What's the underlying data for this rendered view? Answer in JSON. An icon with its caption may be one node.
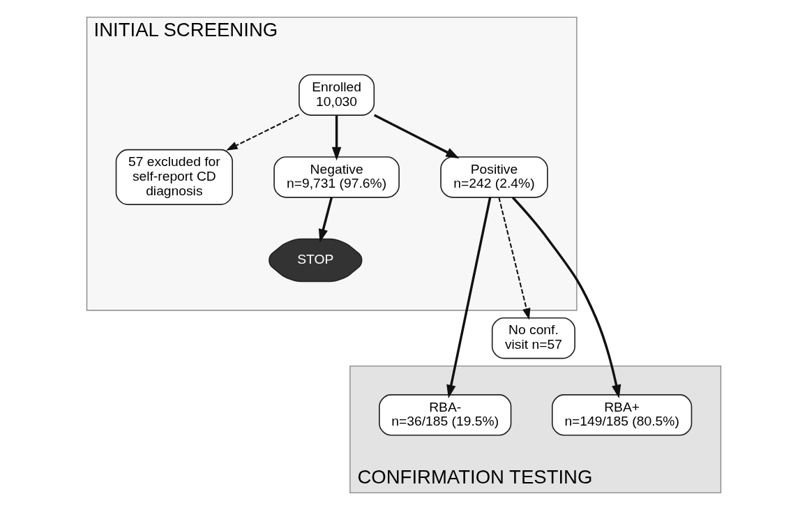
{
  "diagram": {
    "nodes": [
      {
        "text": [
          "INITIAL SCREENING"
        ]
      },
      {
        "text": [
          "CONFIRMATION TESTING"
        ]
      },
      {
        "text": [
          "Enrolled",
          "10,030"
        ],
        "in": 0
      },
      {
        "text": [
          "57 excluded for self-report CD diagnosis"
        ],
        "in": 0
      },
      {
        "text": [
          "Negative",
          "n=9,731 (97.6%)"
        ],
        "in": 0
      },
      {
        "text": [
          "Positive",
          "n=242 (2.4%)"
        ],
        "in": 0
      },
      {
        "text": [
          "STOP"
        ],
        "in": 0
      },
      {
        "text": [
          "No conf. visit n=57"
        ]
      },
      {
        "text": [
          "RBA+",
          "n=149/185 (80.5%)"
        ],
        "in": 1
      },
      {
        "text": [
          "RBA-",
          "n=36/185 (19.5%)"
        ],
        "in": 1
      }
    ],
    "edges": [
      {
        "from": 2,
        "to": 3,
        "arrow": "to",
        "style": "dashed"
      },
      {
        "from": 2,
        "to": 4,
        "arrow": "to"
      },
      {
        "from": 2,
        "to": 5,
        "arrow": "to"
      },
      {
        "from": 4,
        "to": 6,
        "arrow": "to"
      },
      {
        "from": 5,
        "to": 7,
        "arrow": "to",
        "style": "dashed"
      },
      {
        "from": 5,
        "to": 8,
        "arrow": "to"
      },
      {
        "from": 5,
        "to": 9,
        "arrow": "to"
      }
    ]
  }
}
